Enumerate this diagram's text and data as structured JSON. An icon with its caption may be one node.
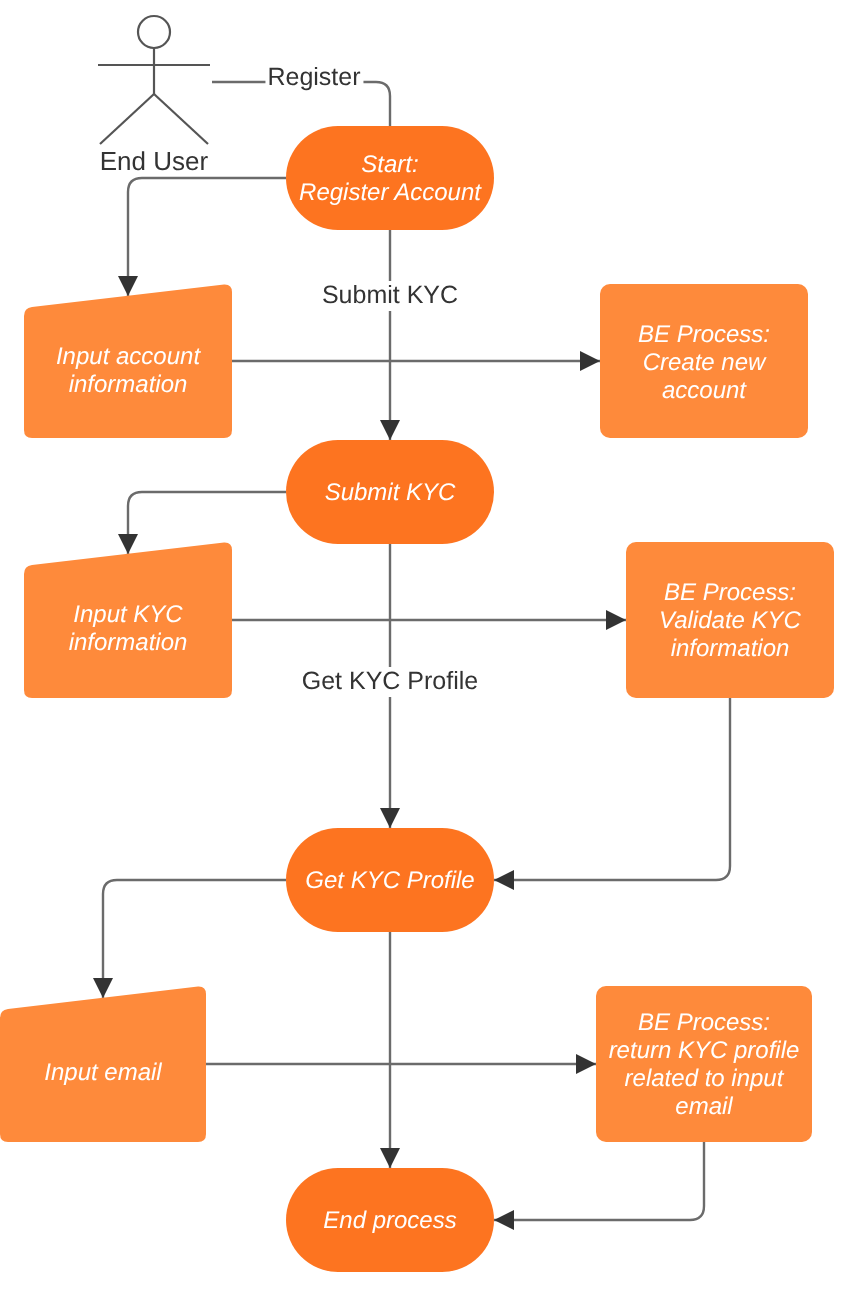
{
  "diagram": {
    "nodes": [
      {
        "text": [
          "End User"
        ]
      },
      {
        "text": [
          "Start:",
          "Register Account"
        ]
      },
      {
        "text": [
          "Input account information"
        ]
      },
      {
        "text": [
          "BE Process:",
          "Create new account"
        ]
      },
      {
        "text": [
          "Submit KYC"
        ]
      },
      {
        "text": [
          "Input KYC information"
        ]
      },
      {
        "text": [
          "BE Process:",
          "Validate KYC information"
        ]
      },
      {
        "text": [
          "Get KYC Profile"
        ]
      },
      {
        "text": [
          "Input email"
        ]
      },
      {
        "text": [
          "BE Process:",
          "return KYC profile related to input email"
        ]
      },
      {
        "text": [
          "End process"
        ]
      }
    ],
    "edges": [
      {
        "from": 0,
        "to": 1,
        "arrow": "none",
        "label": "Register"
      },
      {
        "from": 1,
        "to": 2,
        "arrow": "to"
      },
      {
        "from": 1,
        "to": 4,
        "arrow": "to",
        "label": "Submit KYC"
      },
      {
        "from": 2,
        "to": 3,
        "arrow": "to"
      },
      {
        "from": 4,
        "to": 5,
        "arrow": "to"
      },
      {
        "from": 4,
        "to": 7,
        "arrow": "to",
        "label": "Get KYC Profile"
      },
      {
        "from": 5,
        "to": 6,
        "arrow": "to"
      },
      {
        "from": 6,
        "to": 7,
        "arrow": "to"
      },
      {
        "from": 7,
        "to": 8,
        "arrow": "to"
      },
      {
        "from": 7,
        "to": 10,
        "arrow": "to"
      },
      {
        "from": 8,
        "to": 9,
        "arrow": "to"
      },
      {
        "from": 9,
        "to": 10,
        "arrow": "to"
      }
    ]
  }
}
